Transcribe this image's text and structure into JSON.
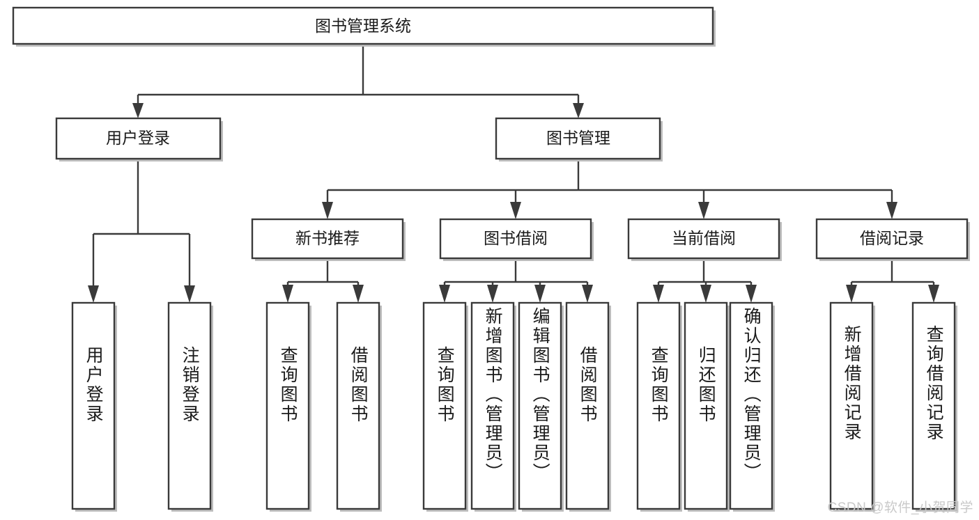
{
  "diagram": {
    "title": "图书管理系统",
    "type": "tree-hierarchy-diagram",
    "watermark": "CSDN @软件_小贺同学",
    "colors": {
      "box_stroke": "#3a3a3a",
      "box_fill": "#ffffff",
      "text": "#1a1a1a",
      "watermark": "#c9c9c9",
      "background": "#ffffff"
    },
    "root": {
      "id": "root",
      "label": "图书管理系统"
    },
    "level2": [
      {
        "id": "user-login",
        "label": "用户登录"
      },
      {
        "id": "book-manage",
        "label": "图书管理"
      }
    ],
    "level3": [
      {
        "id": "new-book-rec",
        "label": "新书推荐",
        "parent": "book-manage"
      },
      {
        "id": "book-borrow",
        "label": "图书借阅",
        "parent": "book-manage"
      },
      {
        "id": "current-borrow",
        "label": "当前借阅",
        "parent": "book-manage"
      },
      {
        "id": "borrow-record",
        "label": "借阅记录",
        "parent": "book-manage"
      }
    ],
    "leaves": [
      {
        "id": "leaf-user-login",
        "label": "用户登录",
        "parent": "user-login"
      },
      {
        "id": "leaf-logout-login",
        "label": "注销登录",
        "parent": "user-login"
      },
      {
        "id": "leaf-query-book-rec",
        "label": "查询图书",
        "parent": "new-book-rec"
      },
      {
        "id": "leaf-borrow-book-rec",
        "label": "借阅图书",
        "parent": "new-book-rec"
      },
      {
        "id": "leaf-query-book-borrow",
        "label": "查询图书",
        "parent": "book-borrow"
      },
      {
        "id": "leaf-add-book-admin",
        "label": "新增图书（管理员）",
        "parent": "book-borrow"
      },
      {
        "id": "leaf-edit-book-admin",
        "label": "编辑图书（管理员）",
        "parent": "book-borrow"
      },
      {
        "id": "leaf-borrow-book",
        "label": "借阅图书",
        "parent": "book-borrow"
      },
      {
        "id": "leaf-query-book-current",
        "label": "查询图书",
        "parent": "current-borrow"
      },
      {
        "id": "leaf-return-book",
        "label": "归还图书",
        "parent": "current-borrow"
      },
      {
        "id": "leaf-confirm-return-admin",
        "label": "确认归还（管理员）",
        "parent": "current-borrow"
      },
      {
        "id": "leaf-add-borrow-record",
        "label": "新增借阅记录",
        "parent": "borrow-record"
      },
      {
        "id": "leaf-query-borrow-record",
        "label": "查询借阅记录",
        "parent": "borrow-record"
      }
    ]
  }
}
